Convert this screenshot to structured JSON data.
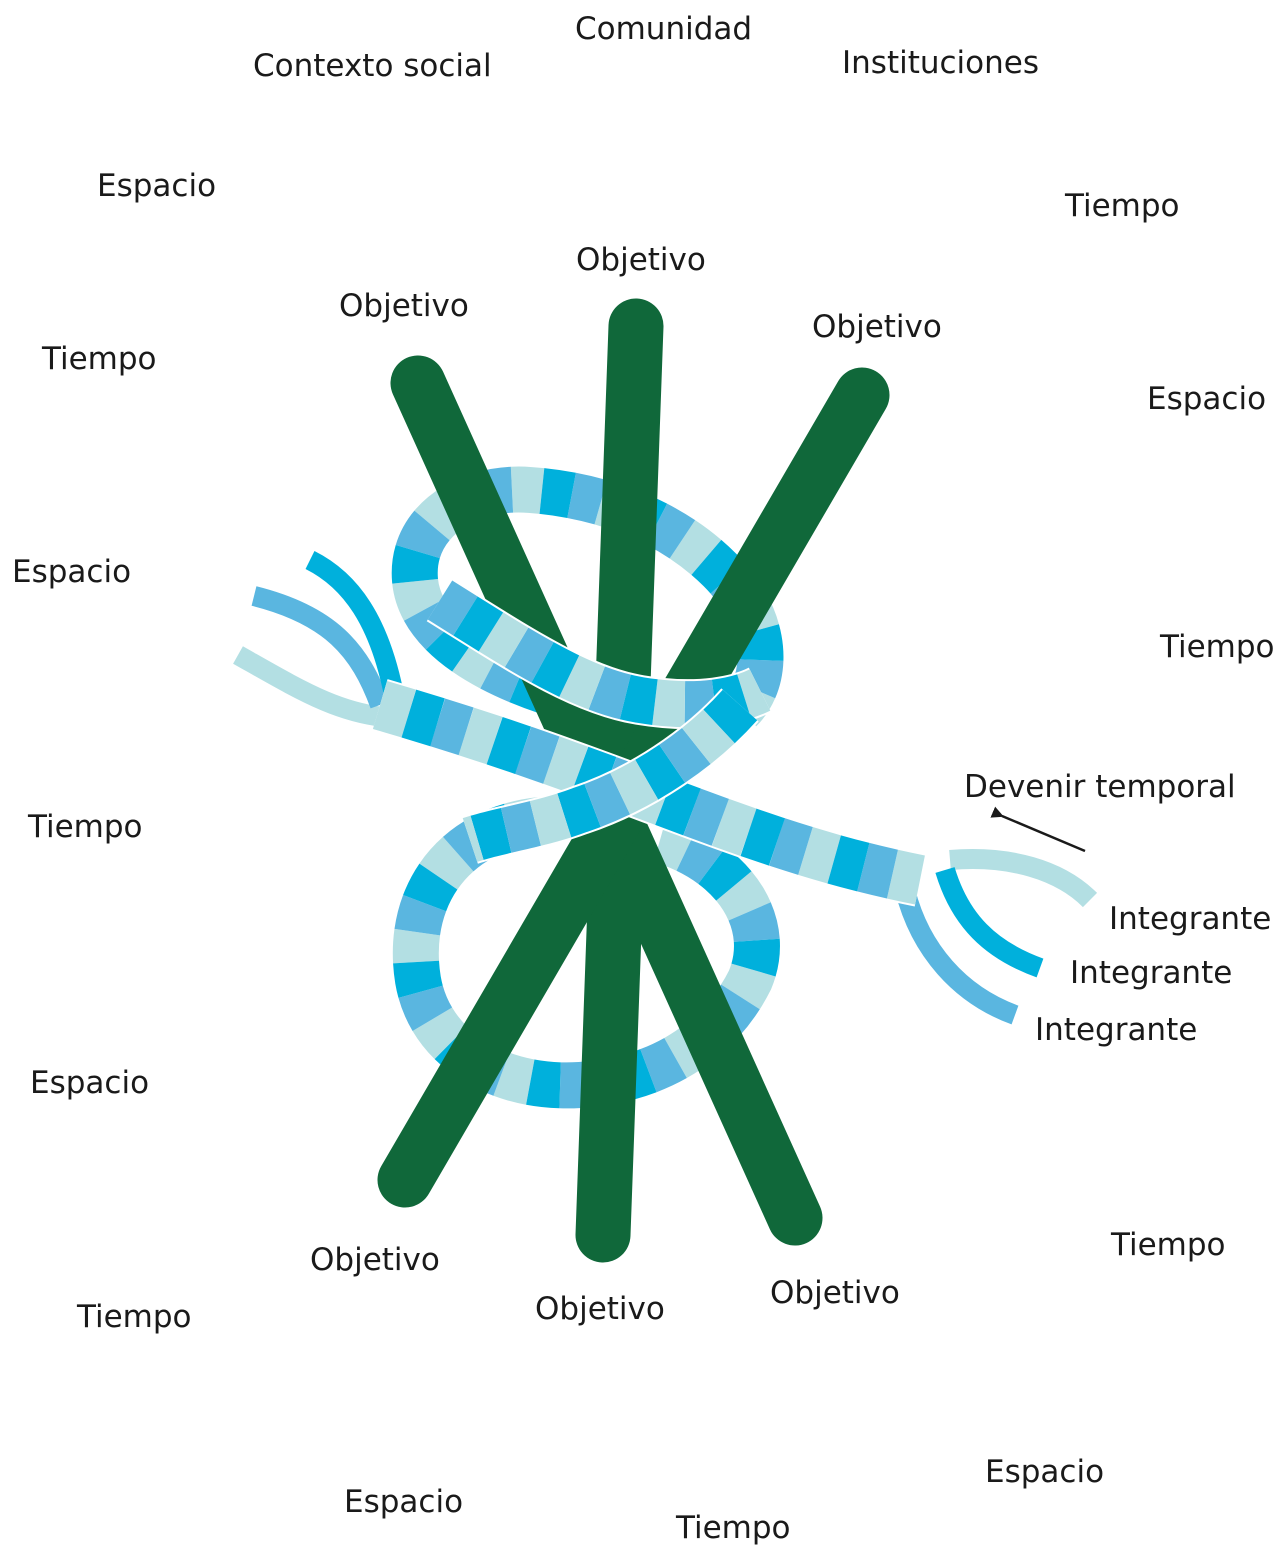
{
  "colors": {
    "stick": "#10683a",
    "strand_light": "#b3dfe3",
    "strand_mid": "#5ab6e0",
    "strand_cyan": "#00b0dc",
    "outline": "#ffffff",
    "text": "#1a1a1a"
  },
  "labels": {
    "comunidad": "Comunidad",
    "contexto_social": "Contexto social",
    "instituciones": "Instituciones",
    "objetivo": "Objetivo",
    "devenir_temporal": "Devenir temporal",
    "integrante": "Integrante",
    "espacio": "Espacio",
    "tiempo": "Tiempo"
  }
}
